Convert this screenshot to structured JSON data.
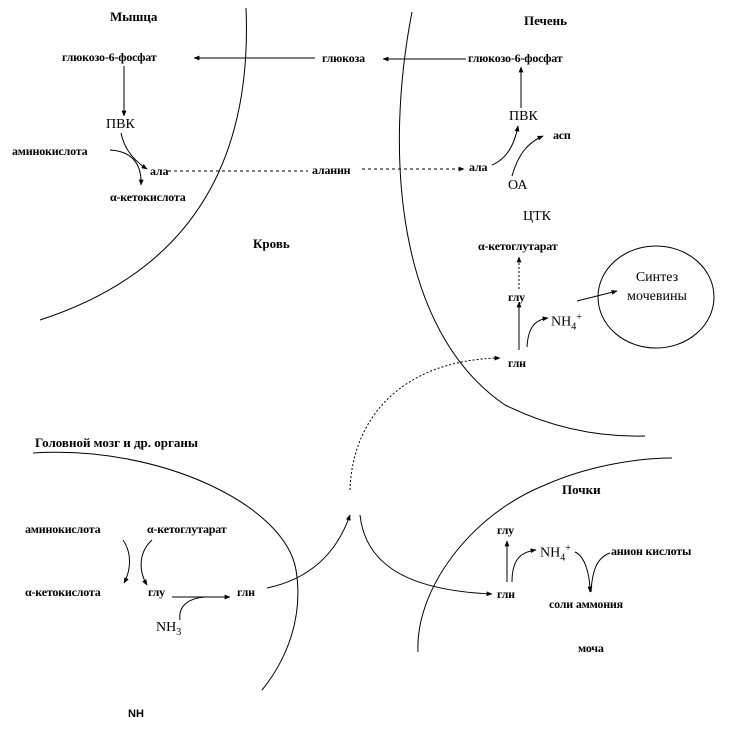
{
  "regions": {
    "muscle": "Мышца",
    "liver": "Печень",
    "blood": "Кровь",
    "brain": "Головной мозг и др. органы",
    "kidney": "Почки"
  },
  "muscle": {
    "g6p": "глюкозо-6-фосфат",
    "pvk": "ПВК",
    "amino_acid": "аминокислота",
    "ala": "ала",
    "keto_acid": "α-кетокислота"
  },
  "blood": {
    "glucose": "глюкоза",
    "alanine": "аланин"
  },
  "liver": {
    "g6p": "глюкозо-6-фосфат",
    "pvk": "ПВК",
    "asp": "асп",
    "ala": "ала",
    "oa": "ОА",
    "tca": "ЦТК",
    "ketoglutarate": "α-кетоглутарат",
    "glu": "глу",
    "nh4": "NH",
    "nh4_sub": "4",
    "nh4_sup": "+",
    "gln": "глн",
    "urea_line1": "Синтез",
    "urea_line2": "мочевины"
  },
  "brain": {
    "amino_acid": "аминокислота",
    "ketoglutarate": "α-кетоглутарат",
    "keto_acid": "α-кетокислота",
    "glu": "глу",
    "gln": "глн",
    "nh3": "NH",
    "nh3_sub": "3"
  },
  "kidney": {
    "glu": "глу",
    "nh4": "NH",
    "nh4_sub": "4",
    "nh4_sup": "+",
    "anion": "анион кислоты",
    "gln": "глн",
    "ammonium_salts": "соли аммония",
    "urine": "моча"
  },
  "footer": {
    "nh": "NH"
  }
}
